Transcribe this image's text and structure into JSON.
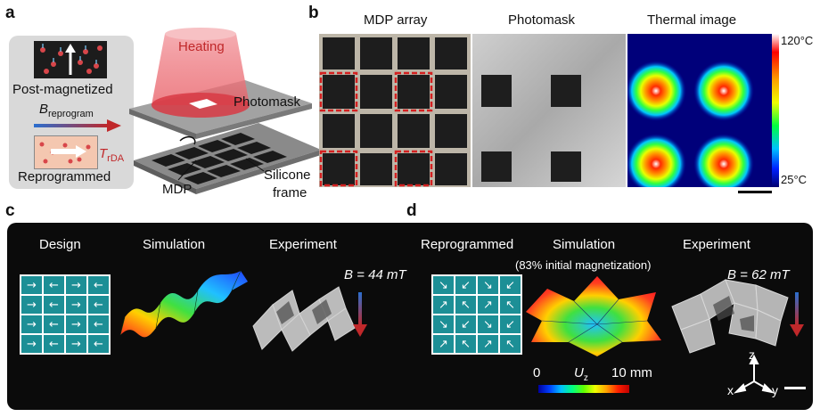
{
  "panels": {
    "a": {
      "letter": "a",
      "post_magnetized": "Post-magnetized",
      "b_reprogram_main": "B",
      "b_reprogram_sub": "reprogram",
      "t_rda_main": "T",
      "t_rda_sub": "rDA",
      "reprogrammed": "Reprogrammed",
      "heating": "Heating",
      "photomask": "Photomask",
      "mdp": "MDP",
      "silicone_frame_line1": "Silicone",
      "silicone_frame_line2": "frame"
    },
    "b": {
      "letter": "b",
      "titles": [
        "MDP array",
        "Photomask",
        "Thermal image"
      ],
      "colorbar_max": "120°C",
      "colorbar_min": "25°C"
    },
    "c": {
      "letter": "c",
      "headers": [
        "Design",
        "Simulation",
        "Experiment"
      ],
      "field_label": "B = 44 mT",
      "design_arrows": [
        [
          "→",
          "←",
          "→",
          "←"
        ],
        [
          "→",
          "←",
          "→",
          "←"
        ],
        [
          "→",
          "←",
          "→",
          "←"
        ],
        [
          "→",
          "←",
          "→",
          "←"
        ]
      ]
    },
    "d": {
      "letter": "d",
      "headers": [
        "Reprogrammed",
        "Simulation",
        "Experiment"
      ],
      "simulation_note": "(83% initial magnetization)",
      "field_label": "B = 62 mT",
      "design_arrows": [
        [
          "↘",
          "↙",
          "↘",
          "↙"
        ],
        [
          "↗",
          "↖",
          "↗",
          "↖"
        ],
        [
          "↘",
          "↙",
          "↘",
          "↙"
        ],
        [
          "↗",
          "↖",
          "↗",
          "↖"
        ]
      ],
      "uz_min": "0",
      "uz_label_main": "U",
      "uz_label_sub": "z",
      "uz_max": "10 mm",
      "axes": {
        "x": "x",
        "y": "y",
        "z": "z"
      }
    }
  },
  "colors": {
    "cell": "#1c8f96",
    "panel_bg": "#0b0b0b",
    "dashed_highlight": "#d42020",
    "arrow_red": "#c0282a",
    "arrow_blue": "#2a6fd0"
  }
}
